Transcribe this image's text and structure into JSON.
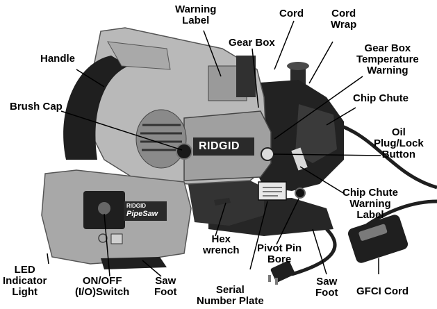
{
  "colors": {
    "ink": "#000000",
    "tool_light": "#b9b9b9",
    "tool_mid": "#7a7a7a",
    "tool_dark": "#1f1f1f",
    "background": "#ffffff"
  },
  "brand": {
    "name": "RIDGID",
    "model": "PipeSaw",
    "small_logo": "RIDGID"
  },
  "labels": {
    "warning_label": [
      "Warning",
      "Label"
    ],
    "cord": [
      "Cord"
    ],
    "cord_wrap": [
      "Cord",
      "Wrap"
    ],
    "handle": [
      "Handle"
    ],
    "gear_box": [
      "Gear Box"
    ],
    "gear_box_temp": [
      "Gear Box",
      "Temperature",
      "Warning"
    ],
    "brush_cap": [
      "Brush Cap"
    ],
    "chip_chute": [
      "Chip Chute"
    ],
    "oil_plug": [
      "Oil",
      "Plug/Lock",
      "Button"
    ],
    "chip_chute_warning": [
      "Chip Chute",
      "Warning",
      "Label"
    ],
    "hex_wrench": [
      "Hex",
      "wrench"
    ],
    "pivot_pin": [
      "Pivot Pin",
      "Bore"
    ],
    "led": [
      "LED",
      "Indicator",
      "Light"
    ],
    "onoff": [
      "ON/OFF",
      "(I/O)Switch"
    ],
    "saw_foot_left": [
      "Saw",
      "Foot"
    ],
    "serial_plate": [
      "Serial",
      "Number Plate"
    ],
    "saw_foot_right": [
      "Saw",
      "Foot"
    ],
    "gfci": [
      "GFCI Cord"
    ]
  }
}
